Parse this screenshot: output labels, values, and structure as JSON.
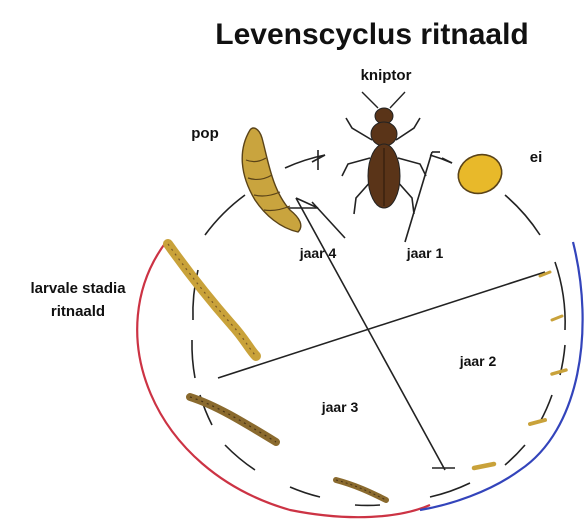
{
  "title": "Levenscyclus ritnaald",
  "stages": {
    "adult": "kniptor",
    "pupa": "pop",
    "egg": "ei",
    "larva_line1": "larvale stadia",
    "larva_line2": "ritnaald"
  },
  "years": {
    "year1": "jaar 1",
    "year2": "jaar 2",
    "year3": "jaar 3",
    "year4": "jaar 4"
  },
  "colors": {
    "beetle": "#5a3418",
    "pupa": "#c9a43e",
    "egg": "#e8b92a",
    "larva": "#c9a23a",
    "larva_dark": "#7a5a26",
    "red_arc": "#cc3344",
    "blue_arc": "#3344bb"
  }
}
